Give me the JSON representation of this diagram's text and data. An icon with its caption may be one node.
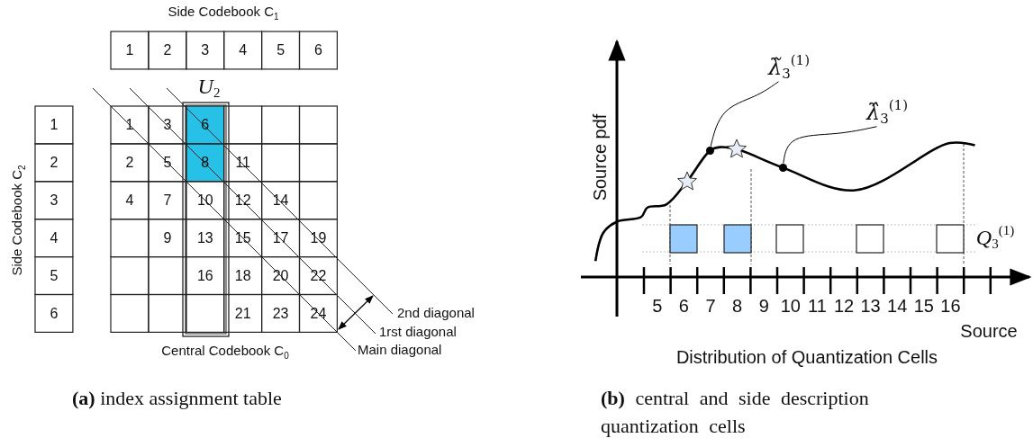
{
  "diagram": {
    "nodes": [
      {
        "text": [
          "*λ̃*$_{3}$$^{(1)}$"
        ]
      },
      {
        "text": [],
        "shape": "circle"
      },
      {
        "text": [
          "*λ̂*$_{3}$$^{(1)}$"
        ]
      },
      {
        "text": [],
        "shape": "circle"
      }
    ],
    "edges": [
      {
        "from": 0,
        "to": 1,
        "arrow": "none"
      },
      {
        "from": 2,
        "to": 3,
        "arrow": "none"
      }
    ],
    "labels": [
      "Side Codebook C$_{1}$",
      "1",
      "2",
      "3",
      "4",
      "5",
      "6",
      "*U*$_{2}$",
      "Side Codebook C$_{2}$",
      "1",
      "2",
      "3",
      "4",
      "5",
      "6",
      "1",
      "3",
      "6",
      "2",
      "5",
      "8",
      "11",
      "4",
      "7",
      "10",
      "12",
      "14",
      "9",
      "13",
      "15",
      "17",
      "19",
      "16",
      "18",
      "20",
      "22",
      "21",
      "23",
      "24",
      "2nd diagonal",
      "1rst diagonal",
      "Central Codebook C$_{0}$",
      "Main diagonal",
      "Source pdf",
      "*Q*$_{3}$$^{(1)}$",
      "5",
      "6",
      "7",
      "8",
      "9",
      "10",
      "11",
      "12",
      "13",
      "14",
      "15",
      "16",
      "Source",
      "Distribution of Quantization Cells",
      "**(a)** index assignment table",
      "**(b)** central and side description quantization cells"
    ]
  }
}
